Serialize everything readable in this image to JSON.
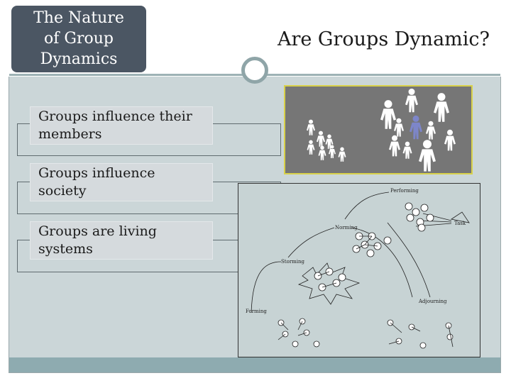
{
  "slide": {
    "section_title_lines": [
      "The Nature",
      "of Group",
      "Dynamics"
    ],
    "title": "Are Groups Dynamic?"
  },
  "items": [
    {
      "label_lines": [
        "Groups influence their",
        "members"
      ]
    },
    {
      "label_lines": [
        "Groups influence",
        "society"
      ]
    },
    {
      "label_lines": [
        "Groups are living",
        "systems"
      ]
    }
  ],
  "people_image": {
    "icon": "people-figures",
    "colors": {
      "background": "#7a7a7a",
      "figure": "#ffffff",
      "highlight": "#7d86c9",
      "border": "#d8d14a"
    }
  },
  "stages_diagram": {
    "stages": [
      "Forming",
      "Storming",
      "Norming",
      "Performing",
      "Adjourning"
    ],
    "extra_label": "Task"
  },
  "colors": {
    "title_box": "#4b5663",
    "content_band": "#cbd6d8",
    "footer_band": "#8eabb0",
    "ring": "#8fa5a8"
  }
}
